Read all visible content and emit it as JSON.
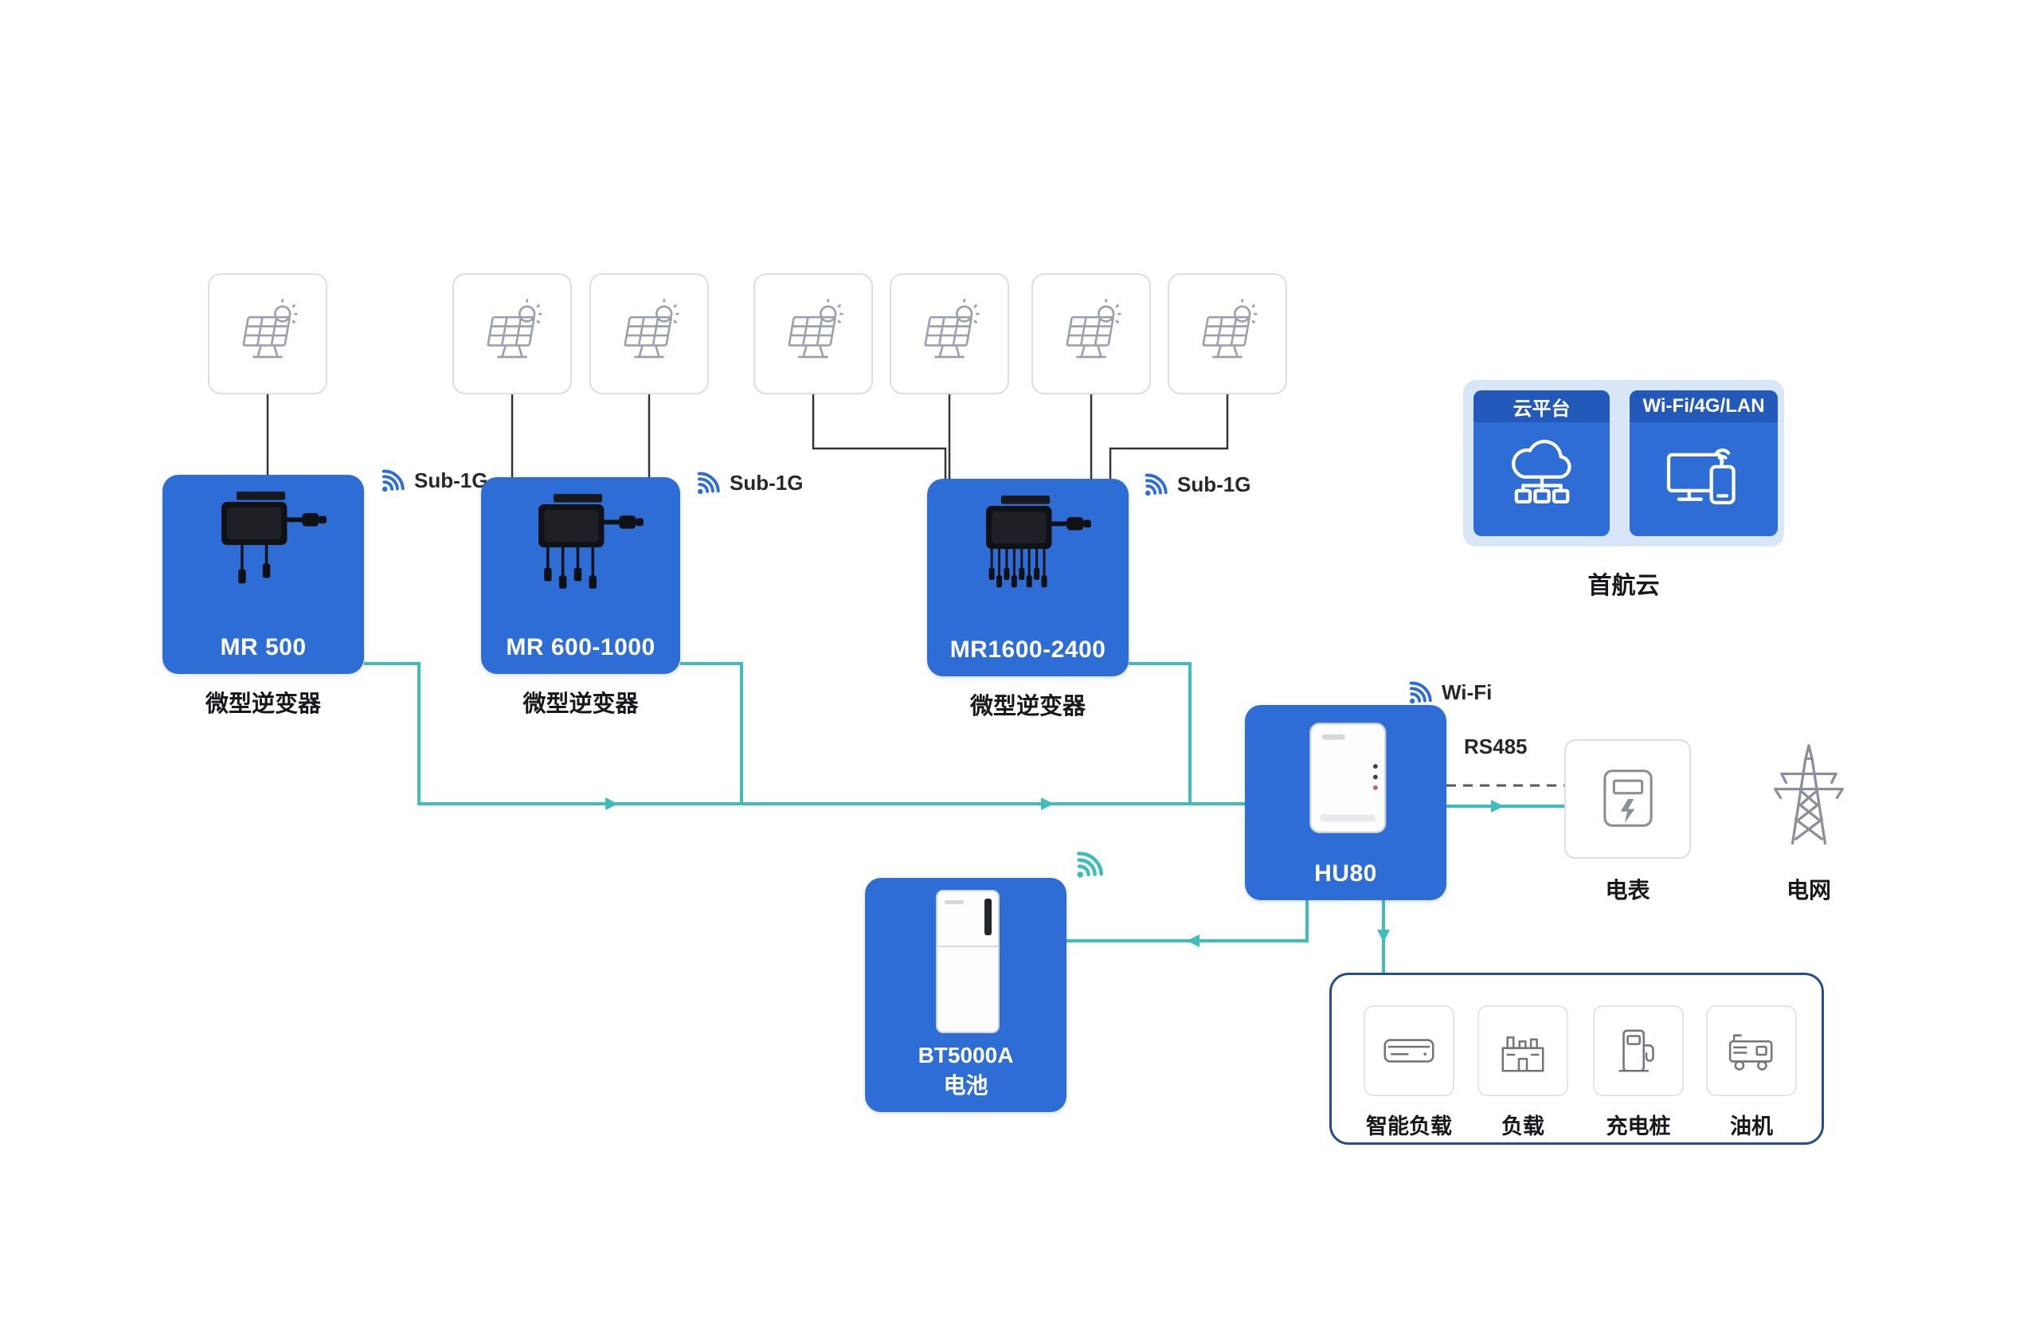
{
  "colors": {
    "primary_blue": "#2e6cd6",
    "teal_line": "#3fbdbd",
    "cloud_panel_bg": "#d9e6f8",
    "loads_border": "#274d8d"
  },
  "inverters": [
    {
      "model": "MR 500",
      "type_label": "微型逆变器",
      "radio": "Sub-1G"
    },
    {
      "model": "MR 600-1000",
      "type_label": "微型逆变器",
      "radio": "Sub-1G"
    },
    {
      "model": "MR1600-2400",
      "type_label": "微型逆变器",
      "radio": "Sub-1G"
    }
  ],
  "cloud": {
    "platform_label": "云平台",
    "connectivity_label": "Wi-Fi/4G/LAN",
    "name": "首航云"
  },
  "hub": {
    "model": "HU80",
    "radio": "Wi-Fi",
    "bus_label": "RS485"
  },
  "battery": {
    "model": "BT5000A",
    "type_label": "电池"
  },
  "meter": {
    "label": "电表"
  },
  "grid": {
    "label": "电网"
  },
  "loads": [
    {
      "label": "智能负载"
    },
    {
      "label": "负载"
    },
    {
      "label": "充电桩"
    },
    {
      "label": "油机"
    }
  ]
}
